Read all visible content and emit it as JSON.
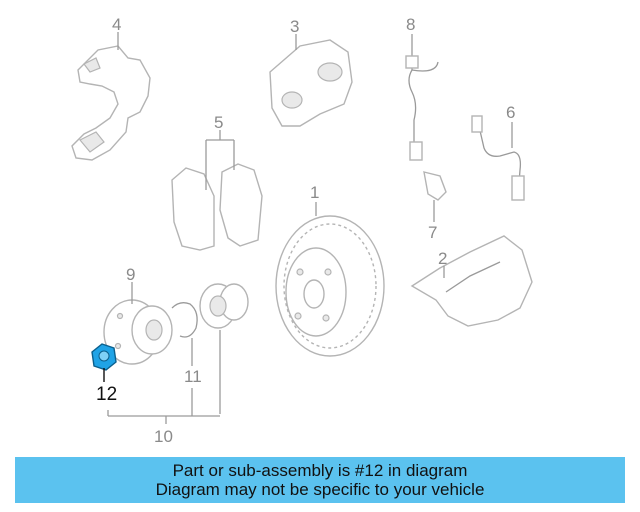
{
  "callouts": {
    "c1": "1",
    "c2": "2",
    "c3": "3",
    "c4": "4",
    "c5": "5",
    "c6": "6",
    "c7": "7",
    "c8": "8",
    "c9": "9",
    "c10": "10",
    "c11": "11",
    "c12": "12"
  },
  "highlighted_part": "12",
  "colors": {
    "caption_bg": "#5bc2ef",
    "highlight": "#1fa3e6",
    "line": "#b4b4b4"
  },
  "caption": {
    "line1": "Part or sub-assembly is #12 in diagram",
    "line2": "Diagram may not be specific to your vehicle"
  }
}
